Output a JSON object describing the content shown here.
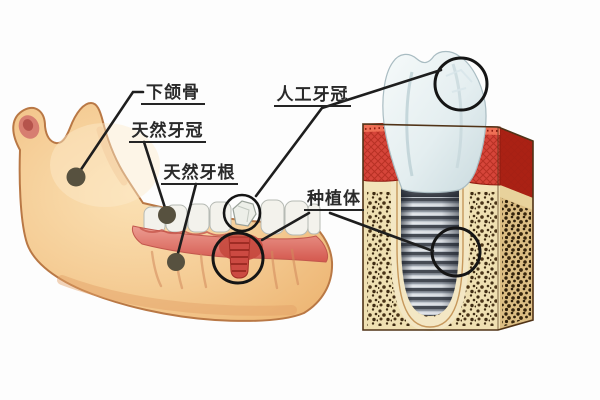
{
  "diagram": {
    "labels": {
      "mandible": "下颌骨",
      "natural_crown": "天然牙冠",
      "natural_root": "天然牙根",
      "artificial_crown": "人工牙冠",
      "implant": "种植体"
    },
    "colors": {
      "background": "#fdfdfd",
      "jaw_bone": "#f5cd96",
      "jaw_outline": "#b97845",
      "jaw_gum_pink": "#e2766c",
      "condyle_patch": "#d4756d",
      "tooth_white": "#f3f2ec",
      "implant_screw_in_jaw": "#cc4a42",
      "cross_section_gum_red": "#d6453a",
      "cross_section_gum_side": "#aa2114",
      "gum_hatch": "#9e1f12",
      "bone_front_cream": "#efe0b2",
      "bone_speckle_brown": "#3f2c13",
      "bone_side_tan": "#dcbe84",
      "socket_lining": "#f3e7c4",
      "socket_line": "#bd8a4a",
      "implant_metal_light": "#c6ccd3",
      "implant_metal_dark": "#474c55",
      "artificial_crown_white": "#eaf1f2",
      "leader_line": "#1e1e1e",
      "marker_dot": "#57513f",
      "label_text": "#2a2a2a"
    }
  }
}
